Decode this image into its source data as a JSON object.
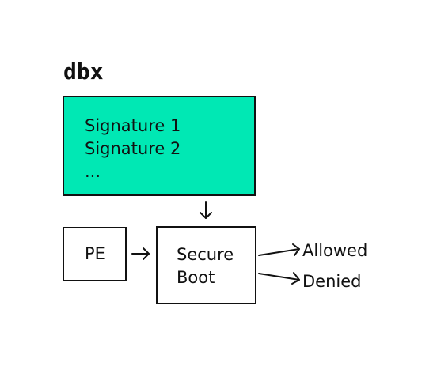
{
  "diagram": {
    "title": "dbx",
    "dbx_signatures": [
      "Signature 1",
      "Signature 2",
      "..."
    ],
    "pe_label": "PE",
    "secure_boot_label": [
      "Secure",
      "Boot"
    ],
    "outputs": {
      "allowed": "Allowed",
      "denied": "Denied"
    }
  },
  "colors": {
    "dbx_fill": "#00e8b4",
    "stroke": "#111111"
  }
}
